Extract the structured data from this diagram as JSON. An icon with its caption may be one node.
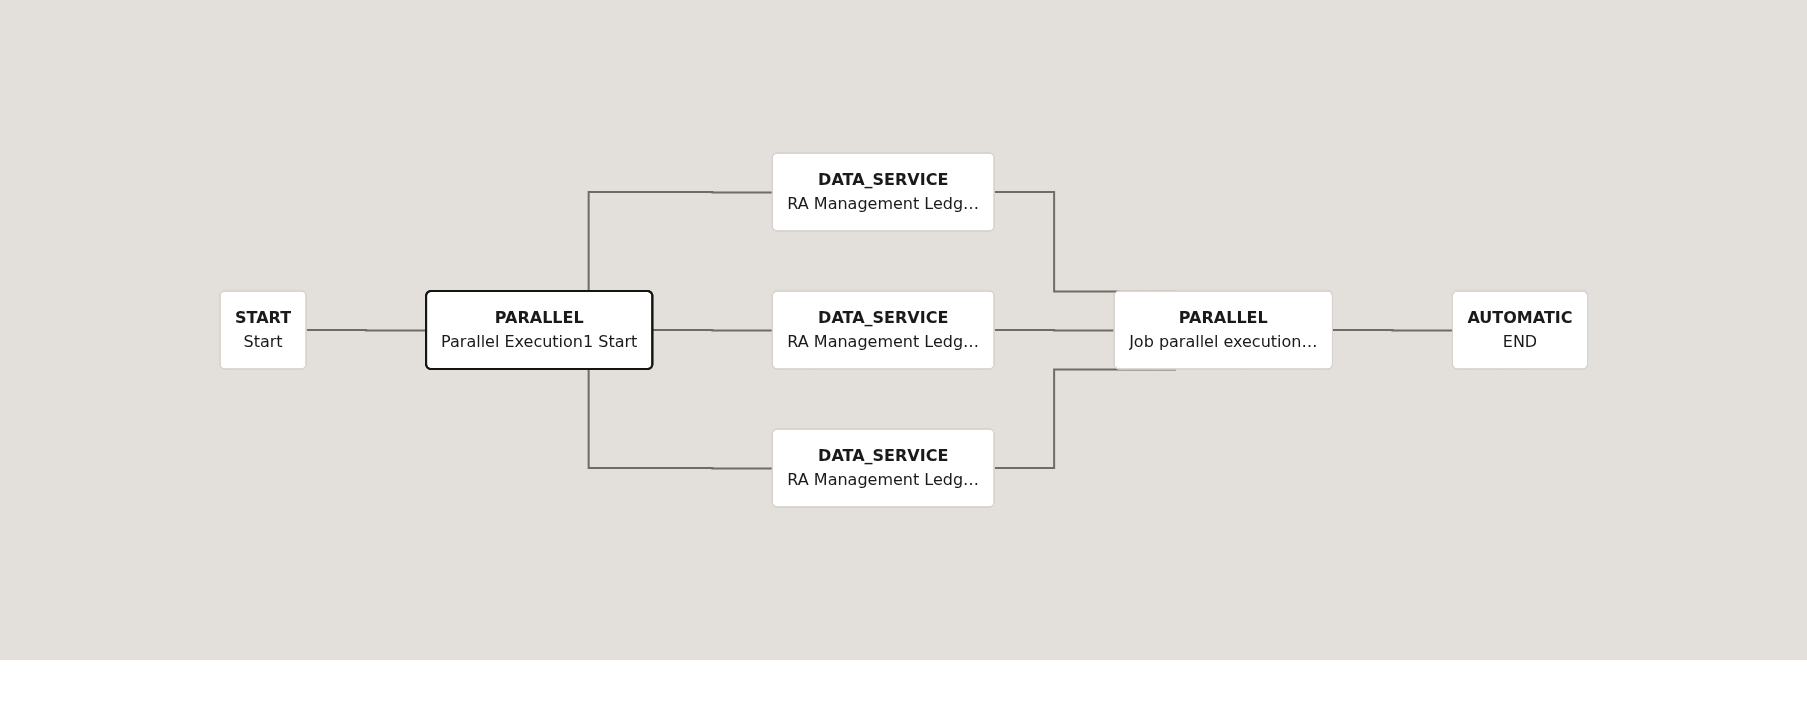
{
  "diagram": {
    "nodes": [
      {
        "text": [
          "START",
          "Start"
        ]
      },
      {
        "text": [
          "PARALLEL",
          "Parallel Execution1 Start"
        ]
      },
      {
        "text": [
          "DATA_SERVICE",
          "RA Management Ledg…"
        ]
      },
      {
        "text": [
          "DATA_SERVICE",
          "RA Management Ledg…"
        ]
      },
      {
        "text": [
          "DATA_SERVICE",
          "RA Management Ledg…"
        ]
      },
      {
        "text": [
          "PARALLEL",
          "Job parallel execution…"
        ]
      },
      {
        "text": [
          "AUTOMATIC",
          "END"
        ]
      }
    ],
    "edges": [
      {
        "from": 0,
        "to": 1,
        "arrow": "none"
      },
      {
        "from": 1,
        "to": 2,
        "arrow": "none"
      },
      {
        "from": 1,
        "to": 3,
        "arrow": "none"
      },
      {
        "from": 1,
        "to": 4,
        "arrow": "none"
      },
      {
        "from": 2,
        "to": 5,
        "arrow": "none"
      },
      {
        "from": 3,
        "to": 5,
        "arrow": "none"
      },
      {
        "from": 4,
        "to": 5,
        "arrow": "none"
      },
      {
        "from": 5,
        "to": 6,
        "arrow": "none"
      }
    ]
  }
}
